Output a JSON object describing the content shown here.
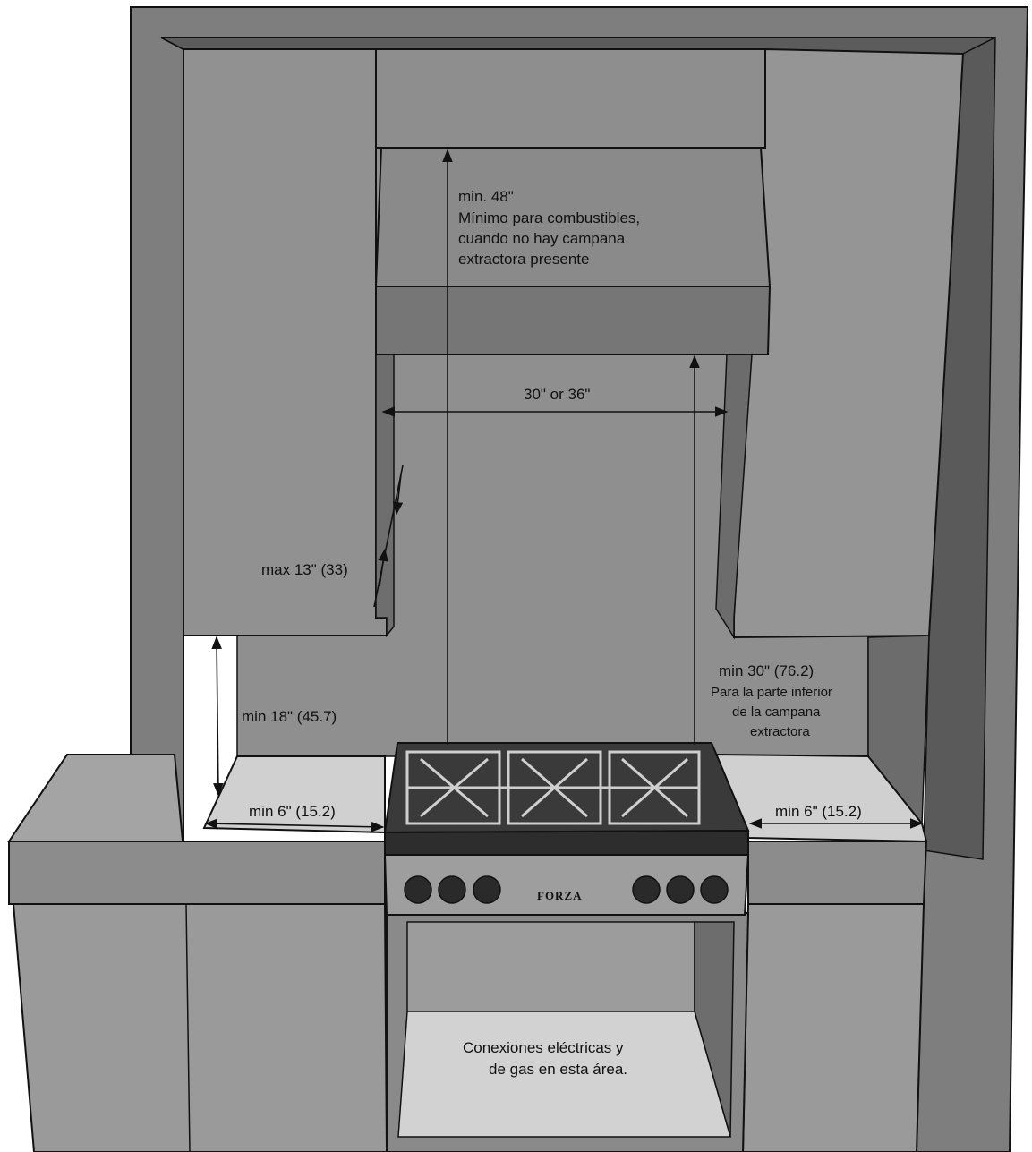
{
  "labels": {
    "min48": "min. 48\"",
    "min48_desc": [
      "Mínimo para combustibles,",
      "cuando no hay campana",
      "extractora presente"
    ],
    "width": "30\" or 36\"",
    "max13": "max 13\" (33)",
    "min18": "min 18\" (45.7)",
    "min30": "min 30\" (76.2)",
    "min30_desc": [
      "Para la parte inferior",
      "de la campana",
      "extractora"
    ],
    "min6_left": "min 6\" (15.2)",
    "min6_right": "min 6\" (15.2)",
    "connections": [
      "Conexiones eléctricas y",
      "de gas en esta área."
    ]
  },
  "brand": "FORZA",
  "colors": {
    "wall": "#8d8d8d",
    "wall_dark": "#6a6a6a",
    "frame_inner": "#5a5a5a",
    "cabinet": "#9a9a9a",
    "counter_top": "#d0d0d0",
    "outline": "#111111"
  }
}
